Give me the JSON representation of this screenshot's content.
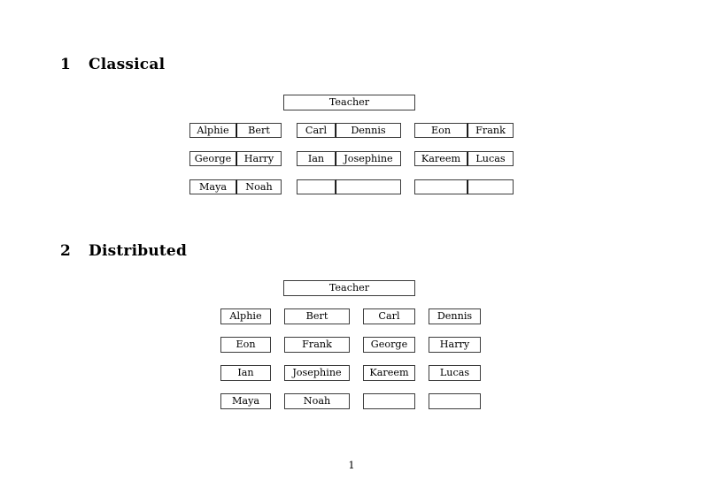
{
  "document": {
    "page_number": "1"
  },
  "sections": [
    {
      "number": "1",
      "title": "Classical",
      "teacher_label": "Teacher",
      "layout": "joined-pairs",
      "groups": [
        {
          "rows": [
            [
              "Alphie",
              "Bert"
            ],
            [
              "George",
              "Harry"
            ],
            [
              "Maya",
              "Noah"
            ]
          ]
        },
        {
          "rows": [
            [
              "Carl",
              "Dennis"
            ],
            [
              "Ian",
              "Josephine"
            ],
            [
              "",
              ""
            ]
          ]
        },
        {
          "rows": [
            [
              "Eon",
              "Frank"
            ],
            [
              "Kareem",
              "Lucas"
            ],
            [
              "",
              ""
            ]
          ]
        }
      ]
    },
    {
      "number": "2",
      "title": "Distributed",
      "teacher_label": "Teacher",
      "layout": "separate-boxes",
      "rows": [
        [
          "Alphie",
          "Bert",
          "Carl",
          "Dennis"
        ],
        [
          "Eon",
          "Frank",
          "George",
          "Harry"
        ],
        [
          "Ian",
          "Josephine",
          "Kareem",
          "Lucas"
        ],
        [
          "Maya",
          "Noah",
          "",
          ""
        ]
      ]
    }
  ]
}
